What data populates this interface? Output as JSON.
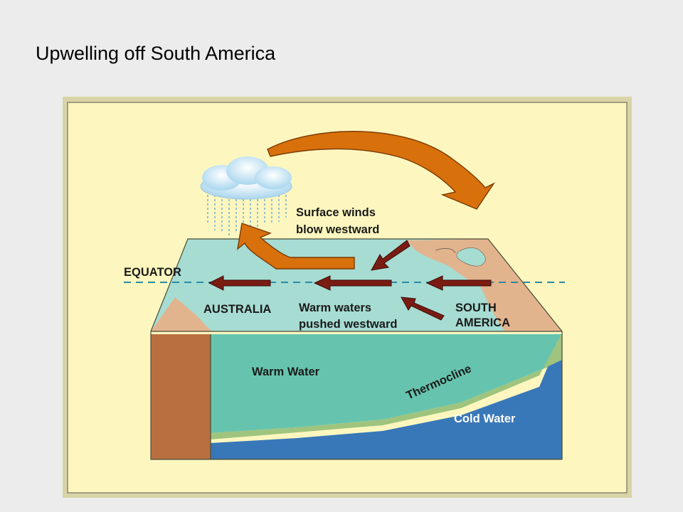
{
  "slide": {
    "title": "Upwelling off South America"
  },
  "diagram": {
    "labels": {
      "surface_winds_line1": "Surface winds",
      "surface_winds_line2": "blow westward",
      "equator": "EQUATOR",
      "australia": "AUSTRALIA",
      "warm_waters_line1": "Warm waters",
      "warm_waters_line2": "pushed westward",
      "south_america_line1": "SOUTH",
      "south_america_line2": "AMERICA",
      "warm_water": "Warm Water",
      "thermocline": "Thermocline",
      "cold_water": "Cold Water"
    },
    "colors": {
      "panel_background": "#fdf7bf",
      "ocean_surface": "#a6dcd2",
      "warm_water": "#66c4ae",
      "thermocline": "#9fc47e",
      "cold_water": "#3978b8",
      "land": "#e2b48e",
      "australia_wall": "#b87040",
      "current_arrows": "#7a1c12",
      "air_circulation_arrow": "#d8700c",
      "equator_line": "#2a8aa6"
    },
    "icons": [
      "rain-cloud-icon",
      "air-circulation-arrow-icon",
      "current-arrow-icon"
    ]
  }
}
